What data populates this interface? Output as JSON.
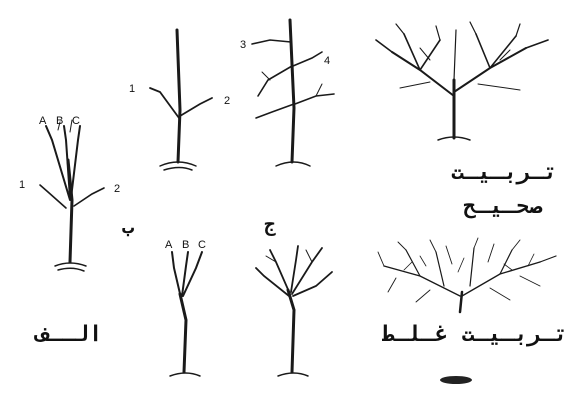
{
  "labels": {
    "correct_line1": "تـربـيـت",
    "correct_line2": "صحـيـح",
    "wrong": "تـربـيـت غـلـط",
    "fig_alef": "الــف",
    "fig_be": "ب",
    "fig_jim": "ج"
  },
  "tree_marks": {
    "a": "A",
    "b": "B",
    "c": "C",
    "n1": "1",
    "n2": "2",
    "n3": "3",
    "n4": "4"
  }
}
